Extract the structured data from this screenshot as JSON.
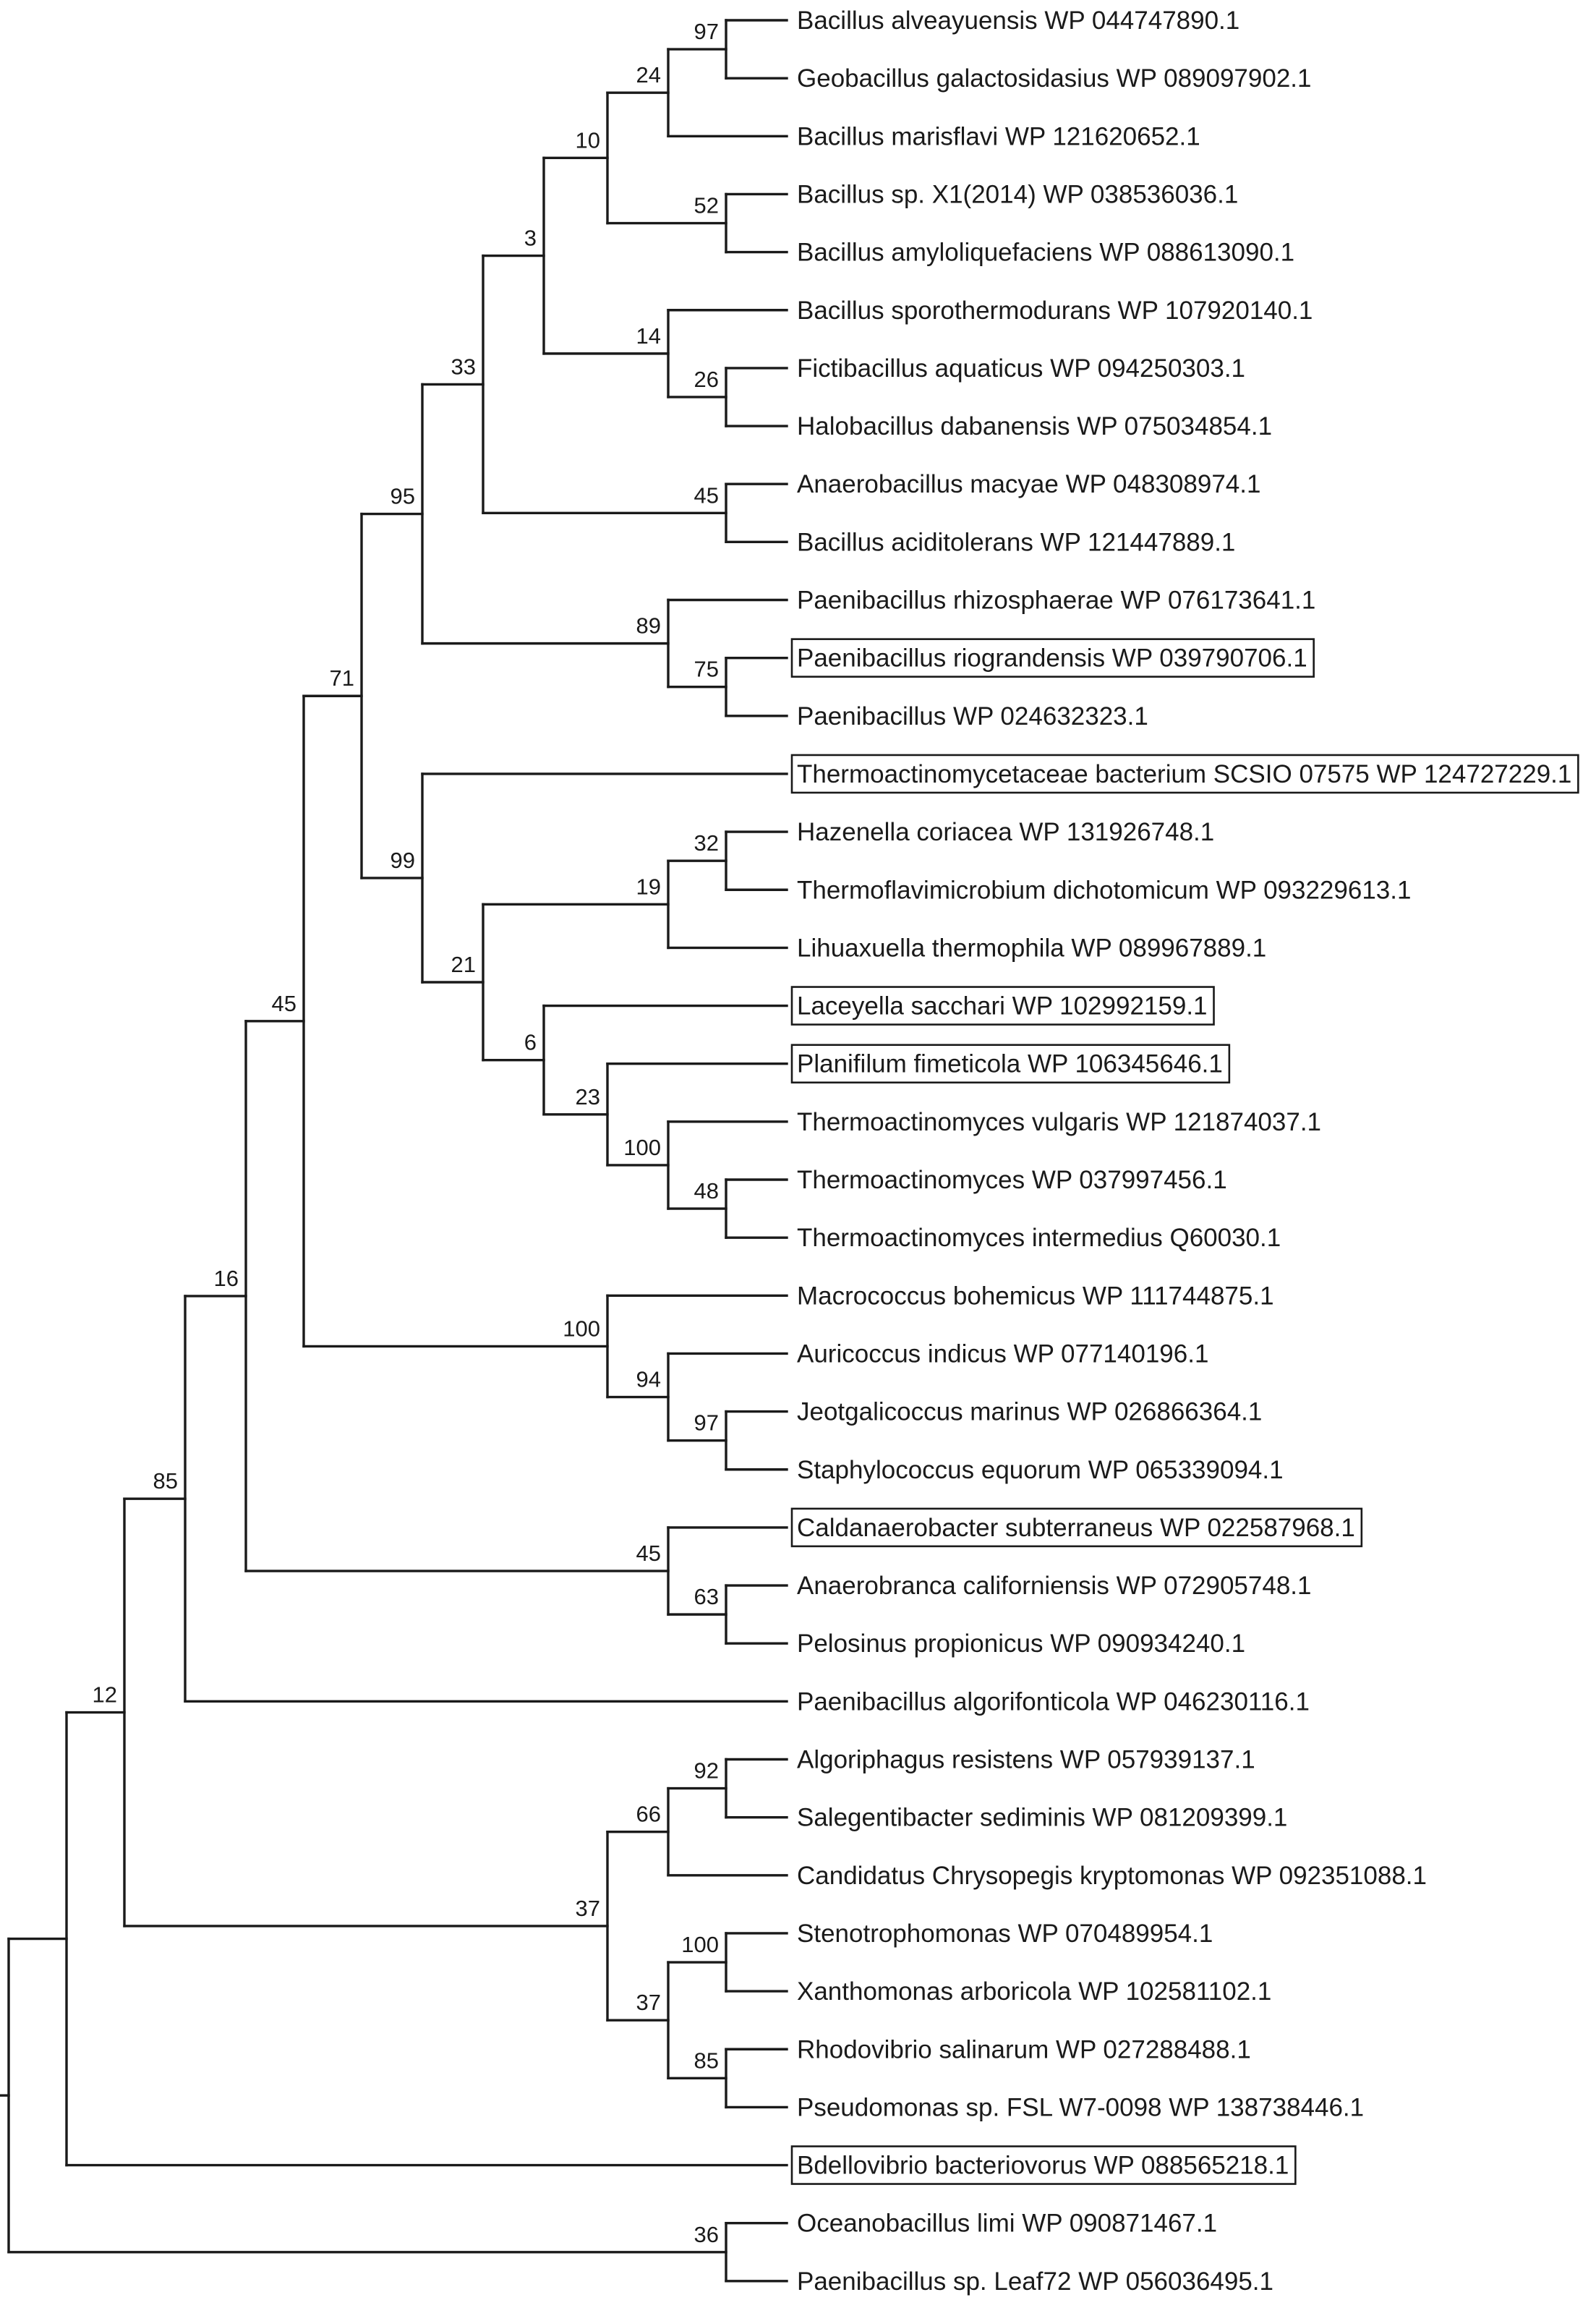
{
  "tree": {
    "leaves": [
      {
        "id": 0,
        "label": "Bacillus alveayuensis WP 044747890.1",
        "highlighted": false
      },
      {
        "id": 1,
        "label": "Geobacillus galactosidasius WP 089097902.1",
        "highlighted": false
      },
      {
        "id": 2,
        "label": "Bacillus marisflavi WP 121620652.1",
        "highlighted": false
      },
      {
        "id": 3,
        "label": "Bacillus sp. X1(2014) WP 038536036.1",
        "highlighted": false
      },
      {
        "id": 4,
        "label": "Bacillus amyloliquefaciens WP 088613090.1",
        "highlighted": false
      },
      {
        "id": 5,
        "label": "Bacillus sporothermodurans WP 107920140.1",
        "highlighted": false
      },
      {
        "id": 6,
        "label": "Fictibacillus aquaticus WP 094250303.1",
        "highlighted": false
      },
      {
        "id": 7,
        "label": "Halobacillus dabanensis WP 075034854.1",
        "highlighted": false
      },
      {
        "id": 8,
        "label": "Anaerobacillus macyae WP 048308974.1",
        "highlighted": false
      },
      {
        "id": 9,
        "label": "Bacillus aciditolerans WP 121447889.1",
        "highlighted": false
      },
      {
        "id": 10,
        "label": "Paenibacillus rhizosphaerae WP 076173641.1",
        "highlighted": false
      },
      {
        "id": 11,
        "label": "Paenibacillus riograndensis WP 039790706.1",
        "highlighted": true
      },
      {
        "id": 12,
        "label": "Paenibacillus WP 024632323.1",
        "highlighted": false
      },
      {
        "id": 13,
        "label": "Thermoactinomycetaceae bacterium SCSIO 07575 WP 124727229.1",
        "highlighted": true
      },
      {
        "id": 14,
        "label": "Hazenella coriacea WP 131926748.1",
        "highlighted": false
      },
      {
        "id": 15,
        "label": "Thermoflavimicrobium dichotomicum WP 093229613.1",
        "highlighted": false
      },
      {
        "id": 16,
        "label": "Lihuaxuella thermophila WP 089967889.1",
        "highlighted": false
      },
      {
        "id": 17,
        "label": "Laceyella sacchari WP 102992159.1",
        "highlighted": true
      },
      {
        "id": 18,
        "label": "Planifilum fimeticola WP 106345646.1",
        "highlighted": true
      },
      {
        "id": 19,
        "label": "Thermoactinomyces vulgaris WP 121874037.1",
        "highlighted": false
      },
      {
        "id": 20,
        "label": "Thermoactinomyces WP 037997456.1",
        "highlighted": false
      },
      {
        "id": 21,
        "label": "Thermoactinomyces intermedius Q60030.1",
        "highlighted": false
      },
      {
        "id": 22,
        "label": "Macrococcus bohemicus WP 111744875.1",
        "highlighted": false
      },
      {
        "id": 23,
        "label": "Auricoccus indicus WP 077140196.1",
        "highlighted": false
      },
      {
        "id": 24,
        "label": "Jeotgalicoccus marinus WP 026866364.1",
        "highlighted": false
      },
      {
        "id": 25,
        "label": "Staphylococcus equorum WP 065339094.1",
        "highlighted": false
      },
      {
        "id": 26,
        "label": "Caldanaerobacter subterraneus WP 022587968.1",
        "highlighted": true
      },
      {
        "id": 27,
        "label": "Anaerobranca californiensis WP 072905748.1",
        "highlighted": false
      },
      {
        "id": 28,
        "label": "Pelosinus propionicus WP 090934240.1",
        "highlighted": false
      },
      {
        "id": 29,
        "label": "Paenibacillus algorifonticola WP 046230116.1",
        "highlighted": false
      },
      {
        "id": 30,
        "label": "Algoriphagus resistens WP 057939137.1",
        "highlighted": false
      },
      {
        "id": 31,
        "label": "Salegentibacter sediminis WP 081209399.1",
        "highlighted": false
      },
      {
        "id": 32,
        "label": "Candidatus Chrysopegis kryptomonas WP 092351088.1",
        "highlighted": false
      },
      {
        "id": 33,
        "label": "Stenotrophomonas WP 070489954.1",
        "highlighted": false
      },
      {
        "id": 34,
        "label": "Xanthomonas arboricola WP 102581102.1",
        "highlighted": false
      },
      {
        "id": 35,
        "label": "Rhodovibrio salinarum WP 027288488.1",
        "highlighted": false
      },
      {
        "id": 36,
        "label": "Pseudomonas sp. FSL W7-0098 WP 138738446.1",
        "highlighted": false
      },
      {
        "id": 37,
        "label": "Bdellovibrio bacteriovorus WP 088565218.1",
        "highlighted": true
      },
      {
        "id": 38,
        "label": "Oceanobacillus limi WP 090871467.1",
        "highlighted": false
      },
      {
        "id": 39,
        "label": "Paenibacillus sp. Leaf72 WP 056036495.1",
        "highlighted": false
      }
    ],
    "nodes": [
      {
        "id": "n1",
        "support": "97",
        "depth": 12,
        "children": [
          0,
          1
        ]
      },
      {
        "id": "n2",
        "support": "24",
        "depth": 11,
        "children": [
          "n1",
          2
        ]
      },
      {
        "id": "n3",
        "support": "52",
        "depth": 12,
        "children": [
          3,
          4
        ]
      },
      {
        "id": "n4",
        "support": "10",
        "depth": 10,
        "children": [
          "n2",
          "n3"
        ]
      },
      {
        "id": "n5",
        "support": "26",
        "depth": 12,
        "children": [
          6,
          7
        ]
      },
      {
        "id": "n6",
        "support": "14",
        "depth": 11,
        "children": [
          5,
          "n5"
        ]
      },
      {
        "id": "n7",
        "support": "3",
        "depth": 9,
        "children": [
          "n4",
          "n6"
        ]
      },
      {
        "id": "n8",
        "support": "45",
        "depth": 12,
        "children": [
          8,
          9
        ]
      },
      {
        "id": "n9",
        "support": "33",
        "depth": 8,
        "children": [
          "n7",
          "n8"
        ]
      },
      {
        "id": "n10",
        "support": "75",
        "depth": 12,
        "children": [
          11,
          12
        ]
      },
      {
        "id": "n11",
        "support": "89",
        "depth": 11,
        "children": [
          10,
          "n10"
        ]
      },
      {
        "id": "n12",
        "support": "95",
        "depth": 7,
        "children": [
          "n9",
          "n11"
        ]
      },
      {
        "id": "n13",
        "support": "32",
        "depth": 12,
        "children": [
          14,
          15
        ]
      },
      {
        "id": "n14",
        "support": "19",
        "depth": 11,
        "children": [
          "n13",
          16
        ]
      },
      {
        "id": "n15",
        "support": "48",
        "depth": 12,
        "children": [
          20,
          21
        ]
      },
      {
        "id": "n16",
        "support": "100",
        "depth": 11,
        "children": [
          19,
          "n15"
        ]
      },
      {
        "id": "n17",
        "support": "23",
        "depth": 10,
        "children": [
          18,
          "n16"
        ]
      },
      {
        "id": "n18",
        "support": "6",
        "depth": 9,
        "children": [
          17,
          "n17"
        ]
      },
      {
        "id": "n19",
        "support": "21",
        "depth": 8,
        "children": [
          "n14",
          "n18"
        ]
      },
      {
        "id": "n20",
        "support": "99",
        "depth": 7,
        "children": [
          13,
          "n19"
        ]
      },
      {
        "id": "n21",
        "support": "71",
        "depth": 6,
        "children": [
          "n12",
          "n20"
        ]
      },
      {
        "id": "n22",
        "support": "97",
        "depth": 12,
        "children": [
          24,
          25
        ]
      },
      {
        "id": "n23",
        "support": "94",
        "depth": 11,
        "children": [
          23,
          "n22"
        ]
      },
      {
        "id": "n24",
        "support": "100",
        "depth": 10,
        "children": [
          22,
          "n23"
        ]
      },
      {
        "id": "n25",
        "support": "45",
        "depth": 5,
        "children": [
          "n21",
          "n24"
        ]
      },
      {
        "id": "n26",
        "support": "63",
        "depth": 12,
        "children": [
          27,
          28
        ]
      },
      {
        "id": "n27",
        "support": "45",
        "depth": 11,
        "children": [
          26,
          "n26"
        ]
      },
      {
        "id": "n28",
        "support": "16",
        "depth": 4,
        "children": [
          "n25",
          "n27"
        ]
      },
      {
        "id": "n29",
        "support": "85",
        "depth": 3,
        "children": [
          "n28",
          29
        ]
      },
      {
        "id": "n30",
        "support": "92",
        "depth": 12,
        "children": [
          30,
          31
        ]
      },
      {
        "id": "n31",
        "support": "66",
        "depth": 11,
        "children": [
          "n30",
          32
        ]
      },
      {
        "id": "n32",
        "support": "100",
        "depth": 12,
        "children": [
          33,
          34
        ]
      },
      {
        "id": "n33",
        "support": "85",
        "depth": 12,
        "children": [
          35,
          36
        ]
      },
      {
        "id": "n34",
        "support": "37",
        "depth": 11,
        "children": [
          "n32",
          "n33"
        ]
      },
      {
        "id": "n35",
        "support": "37",
        "depth": 10,
        "children": [
          "n31",
          "n34"
        ]
      },
      {
        "id": "n36",
        "support": "12",
        "depth": 2,
        "children": [
          "n29",
          "n35"
        ]
      },
      {
        "id": "n37",
        "support": "",
        "depth": 1,
        "children": [
          "n36",
          37
        ]
      },
      {
        "id": "n38",
        "support": "36",
        "depth": 12,
        "children": [
          38,
          39
        ]
      },
      {
        "id": "root",
        "support": "",
        "depth": 0,
        "children": [
          "n37",
          "n38"
        ]
      }
    ]
  }
}
